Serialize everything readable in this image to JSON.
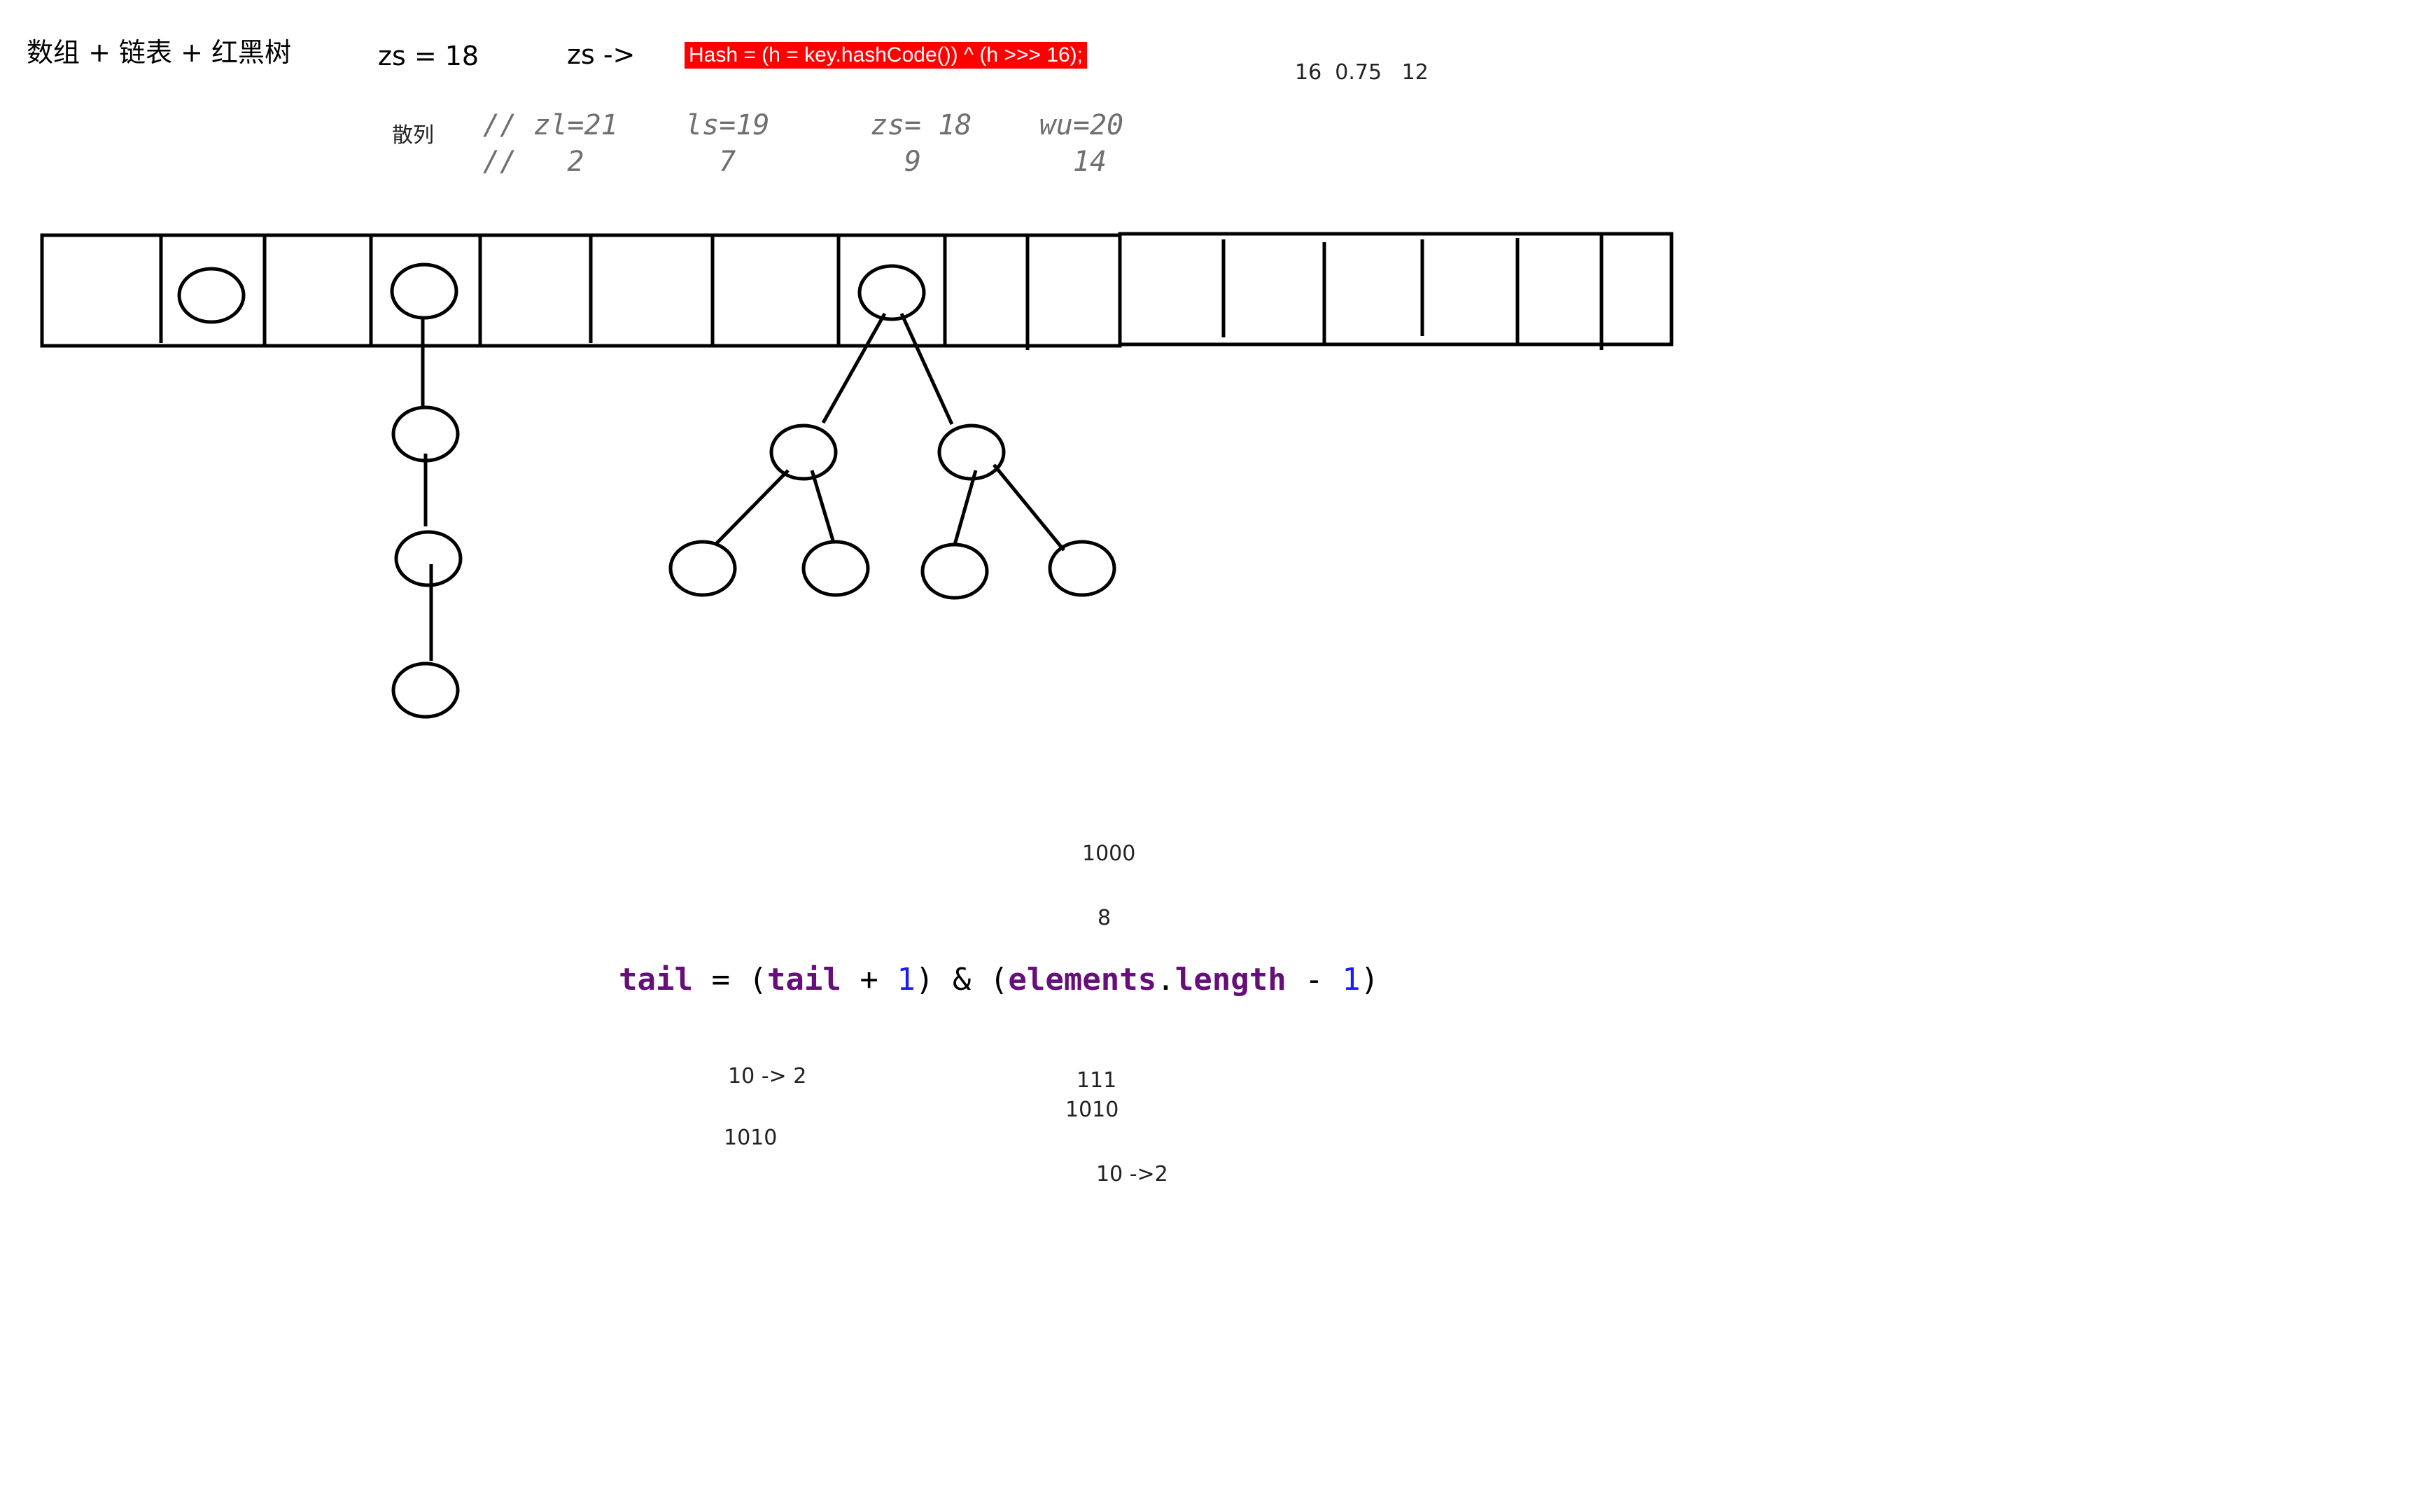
{
  "labels": {
    "title": "数组 + 链表 + 红黑树",
    "zs_eq": "zs = 18",
    "zs_arrow": "zs ->",
    "hash_formula": "Hash = (h = key.hashCode()) ^ (h >>> 16);",
    "params": "16  0.75   12",
    "hash_label": "散列",
    "comment_line1": "// zl=21    ls=19      zs= 18    wu=20",
    "comment_line2": "//   2        7          9         14",
    "n1000": "1000",
    "n8": "8",
    "n10to2": "10 -> 2",
    "n111": "111",
    "n1010a": "1010",
    "n1010b": "1010",
    "n10to2b": "10 ->2"
  },
  "code": {
    "tail1": "tail",
    "eq": " = (",
    "tail2": "tail",
    "plus": " + ",
    "one1": "1",
    "amp": ") & (",
    "elements": "elements",
    "dot": ".",
    "length": "length",
    "minus": " - ",
    "one2": "1",
    "close": ")"
  }
}
